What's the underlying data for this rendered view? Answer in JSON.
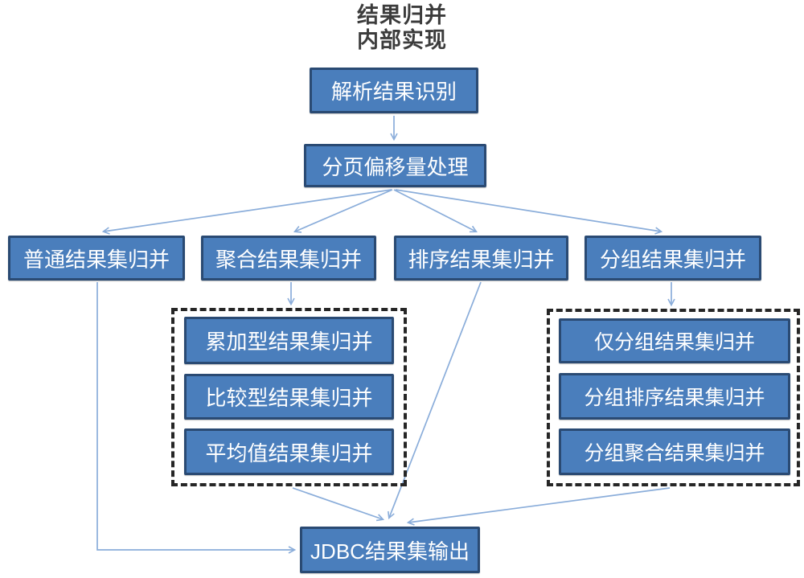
{
  "title": {
    "line1": "结果归并",
    "line2": "内部实现"
  },
  "nodes": {
    "parse": "解析结果识别",
    "paging": "分页偏移量处理",
    "normal": "普通结果集归并",
    "aggregate": "聚合结果集归并",
    "sort": "排序结果集归并",
    "group": "分组结果集归并",
    "accumulate": "累加型结果集归并",
    "compare": "比较型结果集归并",
    "average": "平均值结果集归并",
    "group_only": "仅分组结果集归并",
    "group_sort": "分组排序结果集归并",
    "group_agg": "分组聚合结果集归并",
    "jdbc": "JDBC结果集输出"
  },
  "colors": {
    "box_fill": "#4a7ebc",
    "box_border": "#2a4a73",
    "arrow": "#8aadda",
    "dashed_border": "#262626",
    "node_text": "#ffffff",
    "title_text": "#3c3c3c"
  }
}
